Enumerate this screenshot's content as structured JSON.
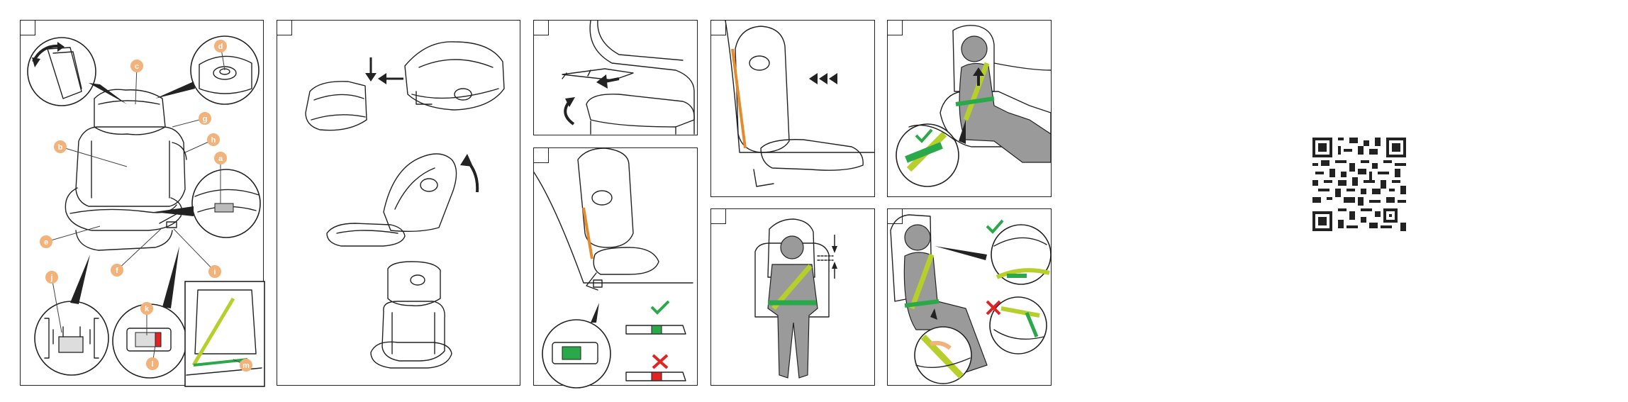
{
  "colors": {
    "callout": "#f2b27a",
    "belt_green": "#2aa84a",
    "belt_lime": "#b6cf2b",
    "orange_bar": "#e38b2c",
    "red": "#e02424",
    "grey_child": "#9a9a9a",
    "line": "#222222"
  },
  "panel1": {
    "callouts": [
      "a",
      "b",
      "c",
      "d",
      "e",
      "f",
      "g",
      "h",
      "i",
      "j",
      "k",
      "l",
      "m"
    ]
  },
  "icons": [
    "rotate-arrow-icon",
    "down-arrow-icon",
    "left-arrow-icon",
    "check-icon",
    "cross-icon",
    "triple-left-arrow-icon",
    "qr-code"
  ]
}
